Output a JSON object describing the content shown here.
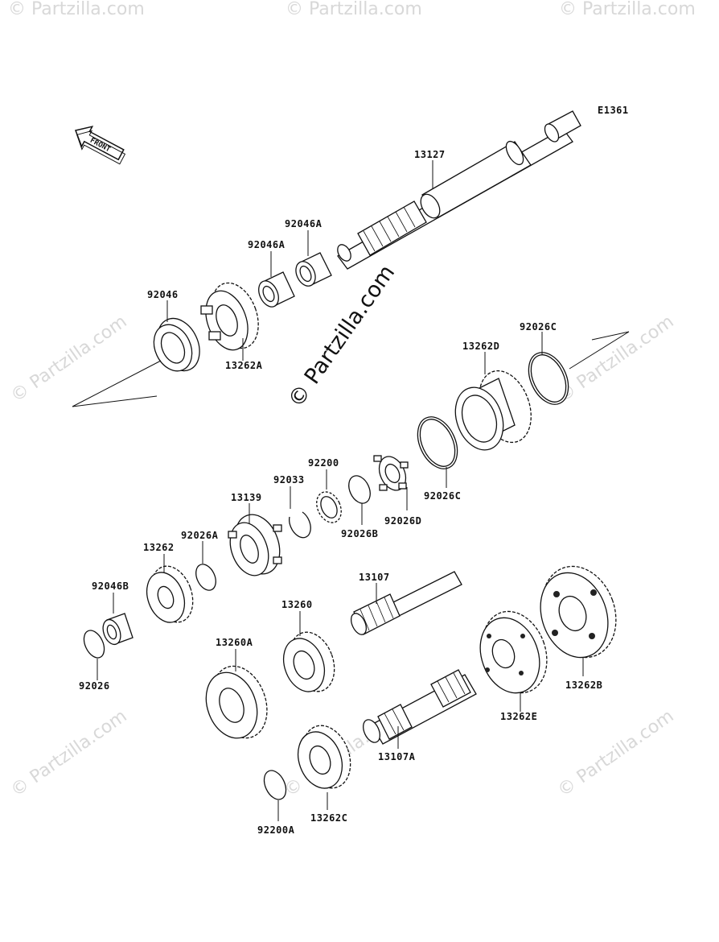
{
  "diagram": {
    "code": "E1361",
    "front_label": "FRONT",
    "watermark": "© Partzilla.com",
    "parts": {
      "p13127": "13127",
      "p92046A_1": "92046A",
      "p92046A_2": "92046A",
      "p92046": "92046",
      "p13262A": "13262A",
      "p92026C_1": "92026C",
      "p13262D": "13262D",
      "p92026C_2": "92026C",
      "p92200": "92200",
      "p92033": "92033",
      "p13139": "13139",
      "p92026B": "92026B",
      "p92026D": "92026D",
      "p92026A": "92026A",
      "p13262": "13262",
      "p92046B": "92046B",
      "p92026": "92026",
      "p13107": "13107",
      "p13260": "13260",
      "p13260A": "13260A",
      "p13262E": "13262E",
      "p13262B": "13262B",
      "p13107A": "13107A",
      "p92200A": "92200A",
      "p13262C": "13262C"
    }
  }
}
